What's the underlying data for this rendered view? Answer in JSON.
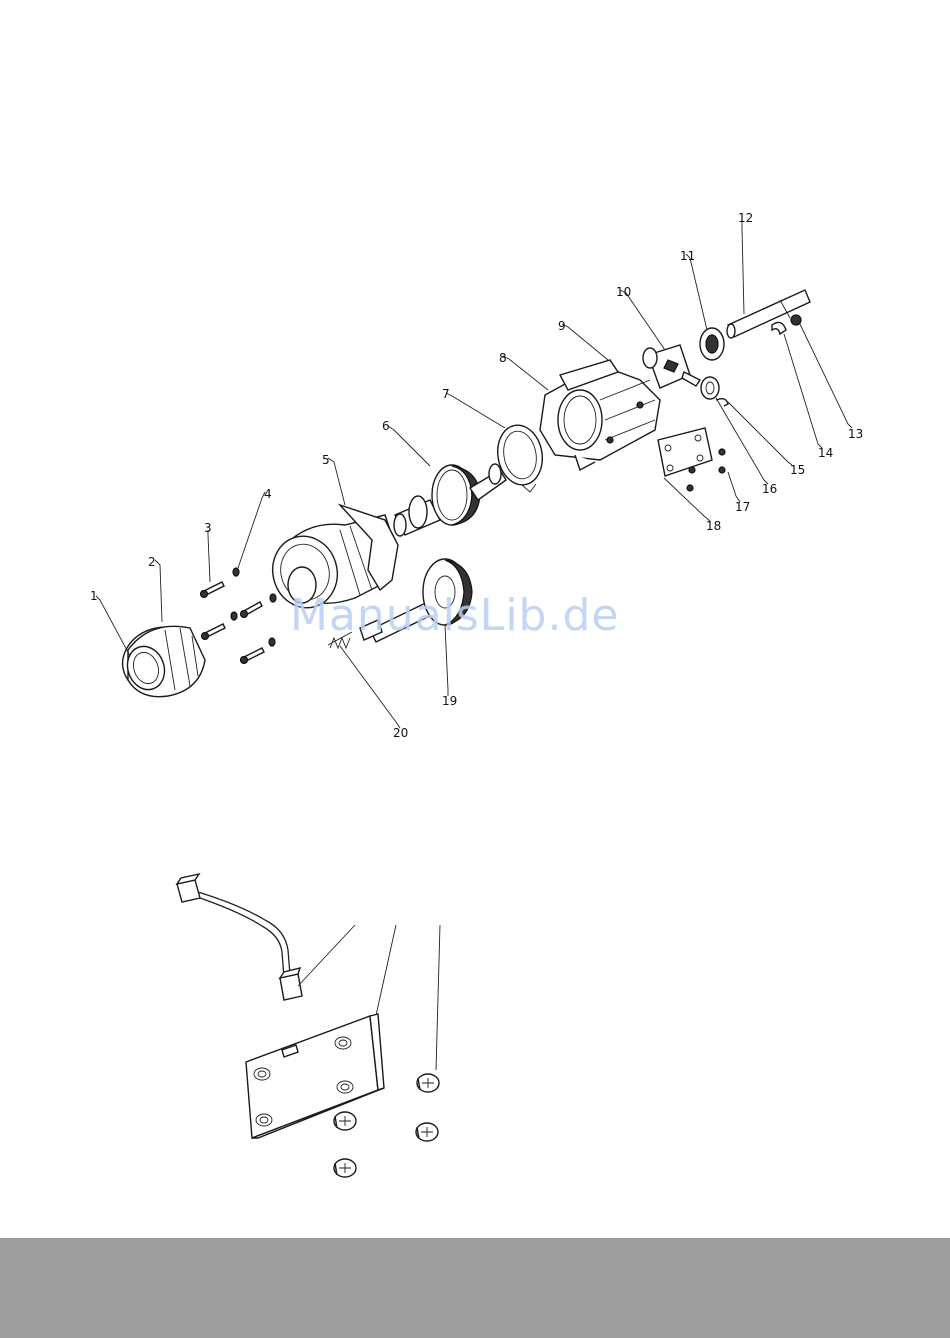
{
  "callouts": [
    {
      "label": "1"
    },
    {
      "label": "2"
    },
    {
      "label": "3"
    },
    {
      "label": "4"
    },
    {
      "label": "5"
    },
    {
      "label": "6"
    },
    {
      "label": "7"
    },
    {
      "label": "8"
    },
    {
      "label": "9"
    },
    {
      "label": "10"
    },
    {
      "label": "11"
    },
    {
      "label": "12"
    },
    {
      "label": "13"
    },
    {
      "label": "14"
    },
    {
      "label": "15"
    },
    {
      "label": "16"
    },
    {
      "label": "17"
    },
    {
      "label": "18"
    },
    {
      "label": "19"
    },
    {
      "label": "20"
    }
  ],
  "watermark": "ManualsLib.de",
  "colors": {
    "watermark": "#b9cff2",
    "footer": "#9e9e9e",
    "line": "#222222"
  }
}
